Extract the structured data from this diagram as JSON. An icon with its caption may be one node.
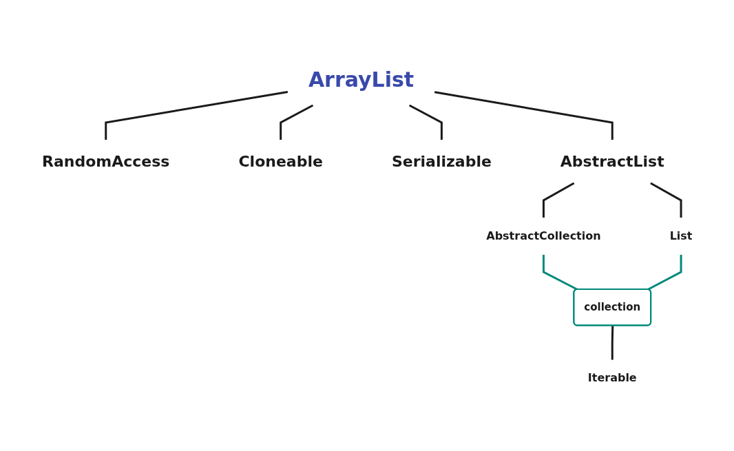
{
  "diagram": {
    "nodes": [
      {
        "text": [
          "ArrayList"
        ]
      },
      {
        "text": [
          "RandomAccess"
        ]
      },
      {
        "text": [
          "Cloneable"
        ]
      },
      {
        "text": [
          "Serializable"
        ]
      },
      {
        "text": [
          "AbstractList"
        ]
      },
      {
        "text": [
          "AbstractCollection"
        ]
      },
      {
        "text": [
          "List"
        ]
      },
      {
        "text": [
          "collection"
        ]
      },
      {
        "text": [
          "Iterable"
        ]
      }
    ],
    "edges": [
      {
        "from": 0,
        "to": 1,
        "arrow": "none"
      },
      {
        "from": 0,
        "to": 2,
        "arrow": "none"
      },
      {
        "from": 0,
        "to": 3,
        "arrow": "none"
      },
      {
        "from": 0,
        "to": 4,
        "arrow": "none"
      },
      {
        "from": 4,
        "to": 5,
        "arrow": "none"
      },
      {
        "from": 4,
        "to": 6,
        "arrow": "none"
      },
      {
        "from": 5,
        "to": 7,
        "arrow": "none",
        "color": "#00897b"
      },
      {
        "from": 6,
        "to": 7,
        "arrow": "none",
        "color": "#00897b"
      },
      {
        "from": 7,
        "to": 8,
        "arrow": "none"
      }
    ]
  }
}
